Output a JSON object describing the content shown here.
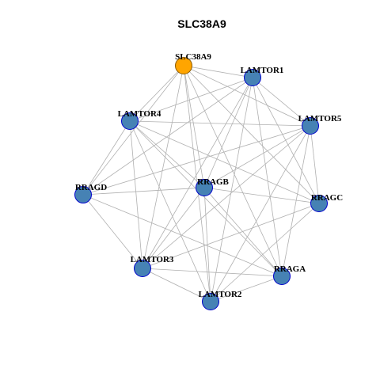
{
  "graph": {
    "title": "SLC38A9",
    "colors": {
      "hub_fill": "#FFA500",
      "hub_stroke": "#8B5A00",
      "node_fill": "#4682B4",
      "node_stroke": "#0000CD",
      "edge": "#B0B0B0"
    },
    "nodes": [
      {
        "id": "SLC38A9",
        "label": "SLC38A9",
        "hub": true
      },
      {
        "id": "LAMTOR1",
        "label": "LAMTOR1",
        "hub": false
      },
      {
        "id": "LAMTOR5",
        "label": "LAMTOR5",
        "hub": false
      },
      {
        "id": "RRAGC",
        "label": "RRAGC",
        "hub": false
      },
      {
        "id": "RRAGA",
        "label": "RRAGA",
        "hub": false
      },
      {
        "id": "LAMTOR2",
        "label": "LAMTOR2",
        "hub": false
      },
      {
        "id": "LAMTOR3",
        "label": "LAMTOR3",
        "hub": false
      },
      {
        "id": "RRAGD",
        "label": "RRAGD",
        "hub": false
      },
      {
        "id": "LAMTOR4",
        "label": "LAMTOR4",
        "hub": false
      },
      {
        "id": "RRAGB",
        "label": "RRAGB",
        "hub": false
      }
    ],
    "edges": [
      [
        "SLC38A9",
        "LAMTOR1"
      ],
      [
        "SLC38A9",
        "LAMTOR5"
      ],
      [
        "SLC38A9",
        "RRAGC"
      ],
      [
        "SLC38A9",
        "RRAGA"
      ],
      [
        "SLC38A9",
        "LAMTOR2"
      ],
      [
        "SLC38A9",
        "LAMTOR3"
      ],
      [
        "SLC38A9",
        "LAMTOR4"
      ],
      [
        "SLC38A9",
        "RRAGB"
      ],
      [
        "SLC38A9",
        "RRAGD"
      ],
      [
        "LAMTOR1",
        "LAMTOR5"
      ],
      [
        "LAMTOR1",
        "RRAGC"
      ],
      [
        "LAMTOR1",
        "RRAGA"
      ],
      [
        "LAMTOR1",
        "LAMTOR2"
      ],
      [
        "LAMTOR1",
        "LAMTOR3"
      ],
      [
        "LAMTOR1",
        "LAMTOR4"
      ],
      [
        "LAMTOR1",
        "RRAGB"
      ],
      [
        "LAMTOR1",
        "RRAGD"
      ],
      [
        "LAMTOR5",
        "LAMTOR4"
      ],
      [
        "LAMTOR5",
        "RRAGB"
      ],
      [
        "LAMTOR5",
        "LAMTOR3"
      ],
      [
        "LAMTOR5",
        "LAMTOR2"
      ],
      [
        "LAMTOR5",
        "RRAGA"
      ],
      [
        "LAMTOR5",
        "RRAGD"
      ],
      [
        "LAMTOR5",
        "RRAGC"
      ],
      [
        "RRAGC",
        "RRAGB"
      ],
      [
        "RRAGC",
        "LAMTOR3"
      ],
      [
        "RRAGC",
        "LAMTOR2"
      ],
      [
        "RRAGC",
        "LAMTOR4"
      ],
      [
        "RRAGA",
        "RRAGD"
      ],
      [
        "RRAGA",
        "LAMTOR4"
      ],
      [
        "RRAGA",
        "LAMTOR3"
      ],
      [
        "RRAGA",
        "LAMTOR2"
      ],
      [
        "RRAGA",
        "RRAGB"
      ],
      [
        "LAMTOR2",
        "LAMTOR3"
      ],
      [
        "LAMTOR2",
        "LAMTOR4"
      ],
      [
        "LAMTOR2",
        "RRAGB"
      ],
      [
        "LAMTOR3",
        "LAMTOR4"
      ],
      [
        "LAMTOR3",
        "RRAGB"
      ],
      [
        "LAMTOR3",
        "RRAGD"
      ],
      [
        "RRAGD",
        "LAMTOR4"
      ],
      [
        "RRAGD",
        "RRAGB"
      ],
      [
        "LAMTOR4",
        "RRAGB"
      ]
    ]
  }
}
